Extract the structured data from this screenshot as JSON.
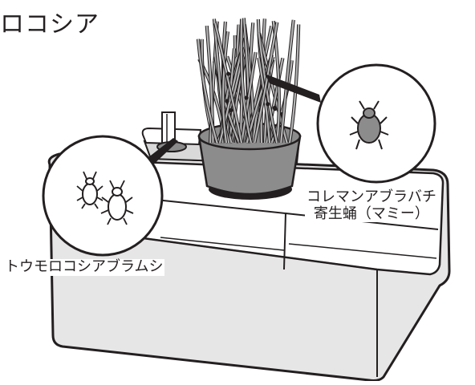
{
  "title": "ロコシア",
  "labels": {
    "wasp_line1": "コレマンアブラバチ",
    "wasp_line2": "寄生蛹（マミー）",
    "aphid": "トウモロコシアブラムシ"
  },
  "colors": {
    "ink": "#231f20",
    "shade": "#e6e6e6",
    "pot": "#8c8c8c",
    "stem": "#b5b5b5",
    "white": "#ffffff"
  }
}
